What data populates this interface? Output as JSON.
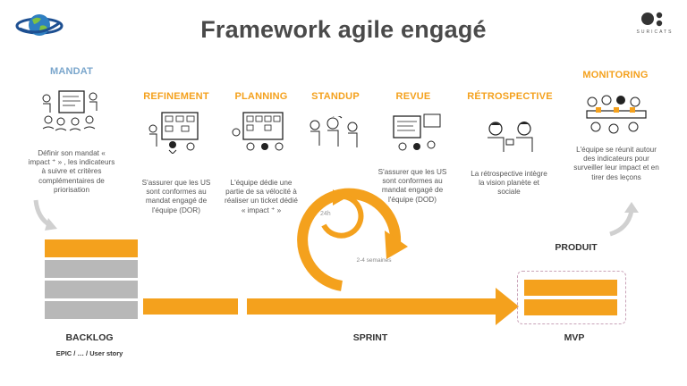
{
  "header": {
    "title": "Framework agile engagé",
    "partner_logo_text": "SURICATS"
  },
  "phases": {
    "mandat": {
      "title": "MANDAT",
      "desc": "Définir son mandat « impact ⁺ » , les indicateurs à suivre et critères complémentaires de priorisation"
    },
    "refinement": {
      "title": "REFINEMENT",
      "desc": "S'assurer que les US sont conformes au mandat engagé de l'équipe (DOR)"
    },
    "planning": {
      "title": "PLANNING",
      "desc": "L'équipe dédie une partie de sa vélocité à réaliser  un ticket dédié  « impact ⁺ »"
    },
    "standup": {
      "title": "STANDUP"
    },
    "revue": {
      "title": "REVUE",
      "desc": "S'assurer que les US sont conformes au mandat engagé de l'équipe (DOD)"
    },
    "retrospective": {
      "title": "RÉTROSPECTIVE",
      "desc": "La rétrospective intègre la vision planète et sociale"
    },
    "monitoring": {
      "title": "MONITORING",
      "desc": "L'équipe se réunit autour des indicateurs pour surveiller  leur impact et en tirer des leçons"
    }
  },
  "flow": {
    "loop_small_label": "24h",
    "loop_big_label": "2-4 semaines",
    "produit_label": "PRODUIT",
    "backlog_label": "BACKLOG",
    "backlog_sub": "EPIC / … / User story",
    "sprint_label": "SPRINT",
    "mvp_label": "MVP"
  },
  "colors": {
    "accent": "#f4a11d",
    "backlog_grey": "#b8b8b8",
    "mandat_title": "#7aa6cc"
  }
}
